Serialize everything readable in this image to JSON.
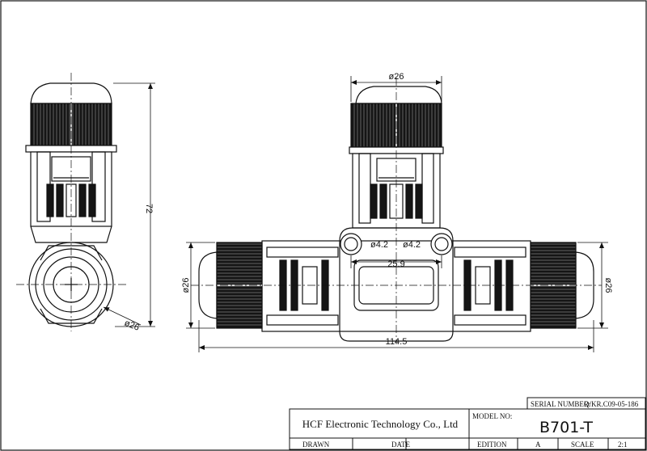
{
  "title_block": {
    "serial_label": "SERIAL NUMBER:",
    "serial_value": "Q/KR.C09-05-186",
    "company": "HCF Electronic Technology Co., Ltd",
    "model_label": "MODEL NO:",
    "model_value": "B701-T",
    "drawn_label": "DRAWN",
    "date_label": "DATE",
    "edition_label": "EDITION",
    "edition_value": "A",
    "scale_label": "SCALE",
    "scale_value": "2:1"
  },
  "dimensions": {
    "side_height": "72",
    "side_diameter": "ø26",
    "top_diameter": "ø26",
    "hole_left": "ø4.2",
    "hole_right": "ø4.2",
    "hole_spacing": "25.9",
    "left_diameter": "ø26",
    "right_diameter": "ø26",
    "overall_length": "114.5"
  },
  "colors": {
    "line": "#111111",
    "fill_dark": "#151515",
    "paper": "#ffffff"
  }
}
